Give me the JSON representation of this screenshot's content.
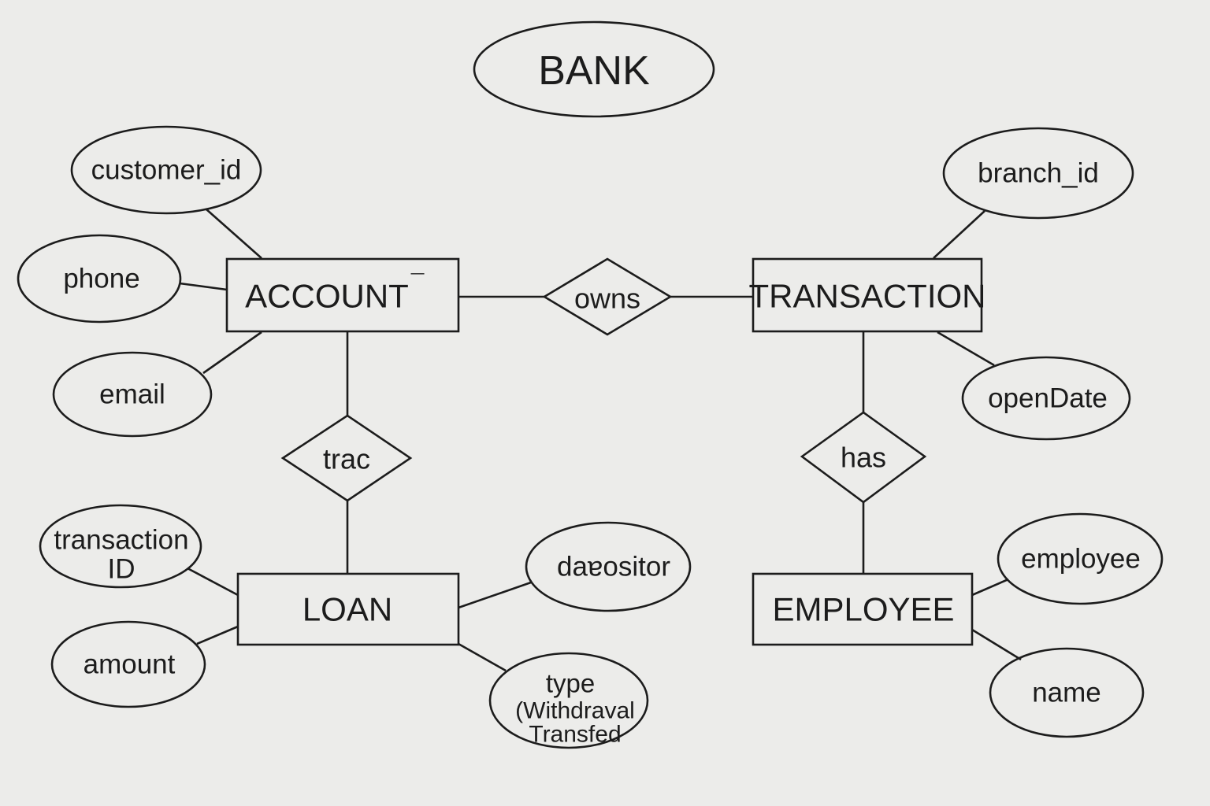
{
  "title": "BANK",
  "entities": {
    "account": "ACCOUNT",
    "account_mark": "¯",
    "transaction": "TRANSACTION",
    "loan": "LOAN",
    "employee": "EMPLOYEE"
  },
  "relationships": {
    "owns": "owns",
    "trac": "trac",
    "has": "has"
  },
  "attributes": {
    "customer_id": "customer_id",
    "phone": "phone",
    "email": "email",
    "branch_id": "branch_id",
    "open_date": "openDate",
    "transaction_id_line1": "transaction",
    "transaction_id_line2": "ID",
    "amount": "amount",
    "depositor": "daɐositor",
    "type_line1": "type",
    "type_line2": "(Withdraval",
    "type_line3": "Transfed",
    "employee": "employee",
    "name": "name"
  }
}
